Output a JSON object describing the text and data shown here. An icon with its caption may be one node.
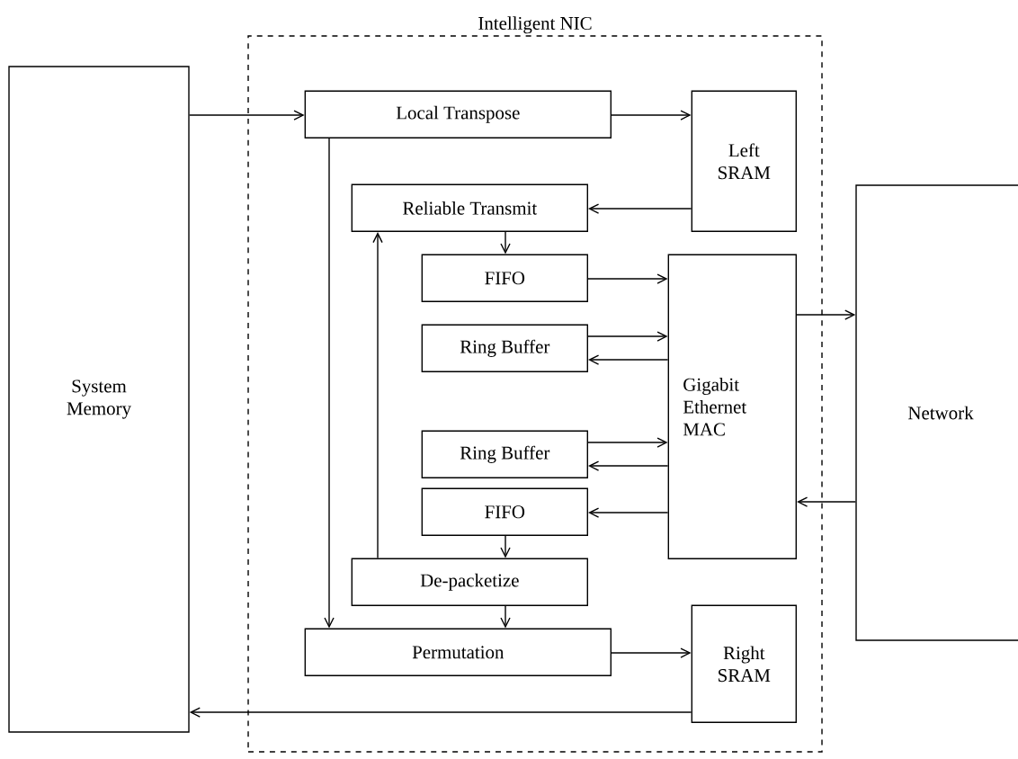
{
  "diagram": {
    "nodes": [
      {
        "text": [
          "Intelligent NIC"
        ]
      },
      {
        "text": [
          "System Memory"
        ]
      },
      {
        "text": [
          "Local Transpose"
        ],
        "in": 0
      },
      {
        "text": [
          "Left SRAM"
        ],
        "in": 0
      },
      {
        "text": [
          "Reliable Transmit"
        ],
        "in": 0
      },
      {
        "text": [
          "FIFO"
        ],
        "in": 0
      },
      {
        "text": [
          "Ring Buffer"
        ],
        "in": 0
      },
      {
        "text": [
          "Gigabit Ethernet MAC"
        ],
        "in": 0
      },
      {
        "text": [
          "Ring Buffer"
        ],
        "in": 0
      },
      {
        "text": [
          "FIFO"
        ],
        "in": 0
      },
      {
        "text": [
          "De-packetize"
        ],
        "in": 0
      },
      {
        "text": [
          "Permutation"
        ],
        "in": 0
      },
      {
        "text": [
          "Right SRAM"
        ],
        "in": 0
      },
      {
        "text": [
          "Network"
        ]
      }
    ],
    "edges": [
      {
        "from": 1,
        "to": 2,
        "arrow": "to"
      },
      {
        "from": 2,
        "to": 3,
        "arrow": "to"
      },
      {
        "from": 3,
        "to": 4,
        "arrow": "to"
      },
      {
        "from": 4,
        "to": 5,
        "arrow": "to"
      },
      {
        "from": 5,
        "to": 7,
        "arrow": "to"
      },
      {
        "from": 6,
        "to": 7,
        "arrow": "to"
      },
      {
        "from": 7,
        "to": 6,
        "arrow": "to"
      },
      {
        "from": 8,
        "to": 7,
        "arrow": "to"
      },
      {
        "from": 7,
        "to": 8,
        "arrow": "to"
      },
      {
        "from": 7,
        "to": 9,
        "arrow": "to"
      },
      {
        "from": 9,
        "to": 10,
        "arrow": "to"
      },
      {
        "from": 10,
        "to": 4,
        "arrow": "to"
      },
      {
        "from": 2,
        "to": 11,
        "arrow": "to"
      },
      {
        "from": 10,
        "to": 11,
        "arrow": "to"
      },
      {
        "from": 11,
        "to": 12,
        "arrow": "to"
      },
      {
        "from": 12,
        "to": 1,
        "arrow": "to"
      },
      {
        "from": 7,
        "to": 13,
        "arrow": "to"
      },
      {
        "from": 13,
        "to": 7,
        "arrow": "to"
      }
    ]
  }
}
